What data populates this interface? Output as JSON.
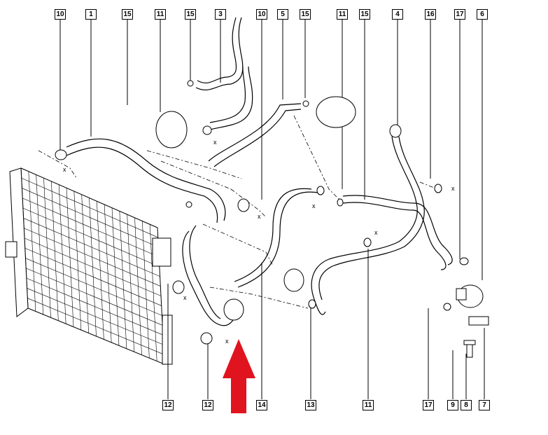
{
  "callouts_top": [
    "10",
    "1",
    "15",
    "11",
    "15",
    "3",
    "10",
    "5",
    "15",
    "11",
    "15",
    "4",
    "16",
    "17",
    "6"
  ],
  "callouts_bottom": [
    "12",
    "12",
    "14",
    "13",
    "11",
    "17",
    "9",
    "8",
    "7"
  ],
  "axis_marker": "x",
  "highlight_arrow_color": "#e0141e"
}
